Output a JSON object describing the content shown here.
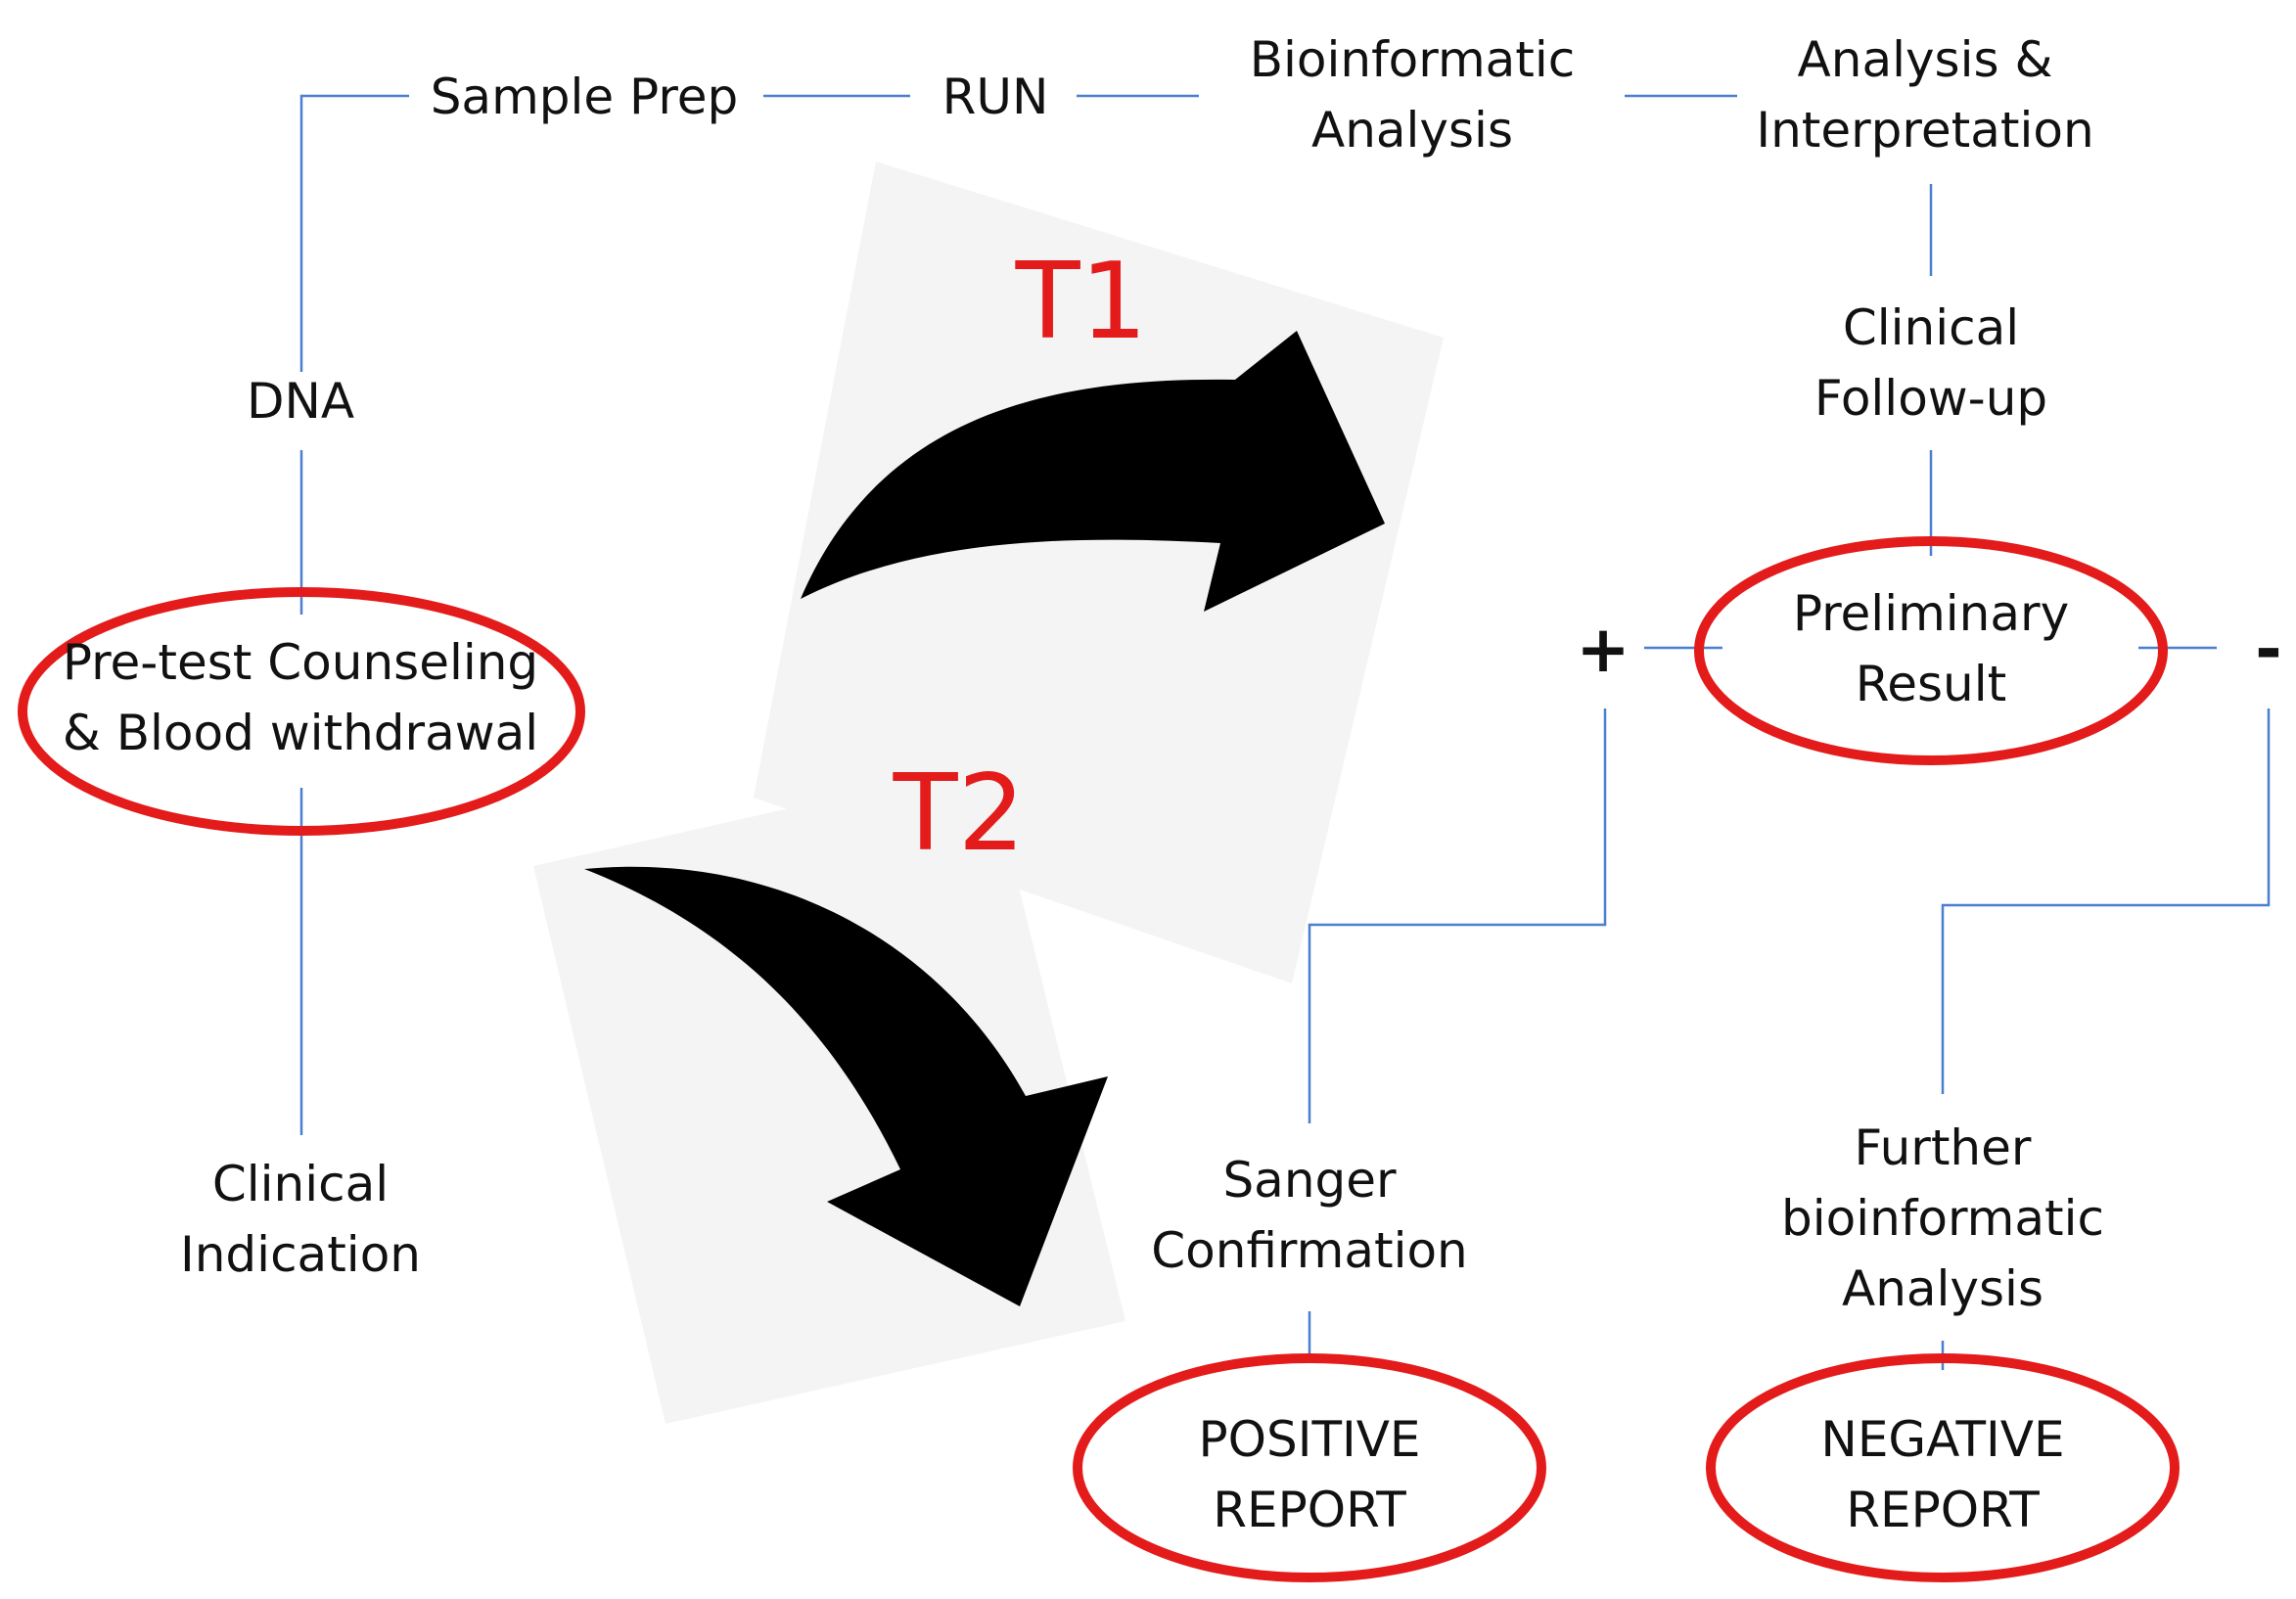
{
  "nodes": {
    "sample_prep": "Sample Prep",
    "run": "RUN",
    "bioinformatic_l1": "Bioinformatic",
    "bioinformatic_l2": "Analysis",
    "analysis_l1": "Analysis &",
    "analysis_l2": "Interpretation",
    "dna": "DNA",
    "clinical_followup_l1": "Clinical",
    "clinical_followup_l2": "Follow-up",
    "pretest_l1": "Pre-test Counseling",
    "pretest_l2": "& Blood withdrawal",
    "preliminary_l1": "Preliminary",
    "preliminary_l2": "Result",
    "plus": "+",
    "minus": "-",
    "clinical_indication_l1": "Clinical",
    "clinical_indication_l2": "Indication",
    "sanger_l1": "Sanger",
    "sanger_l2": "Confirmation",
    "further_l1": "Further",
    "further_l2": "bioinformatic",
    "further_l3": "Analysis",
    "positive_l1": "POSITIVE",
    "positive_l2": "REPORT",
    "negative_l1": "NEGATIVE",
    "negative_l2": "REPORT"
  },
  "timepoints": {
    "t1": "T1",
    "t2": "T2"
  },
  "colors": {
    "connector": "#4a7fd0",
    "ellipse": "#e41b1b",
    "timepoint_text": "#e41b1b",
    "arrow": "#000000"
  }
}
